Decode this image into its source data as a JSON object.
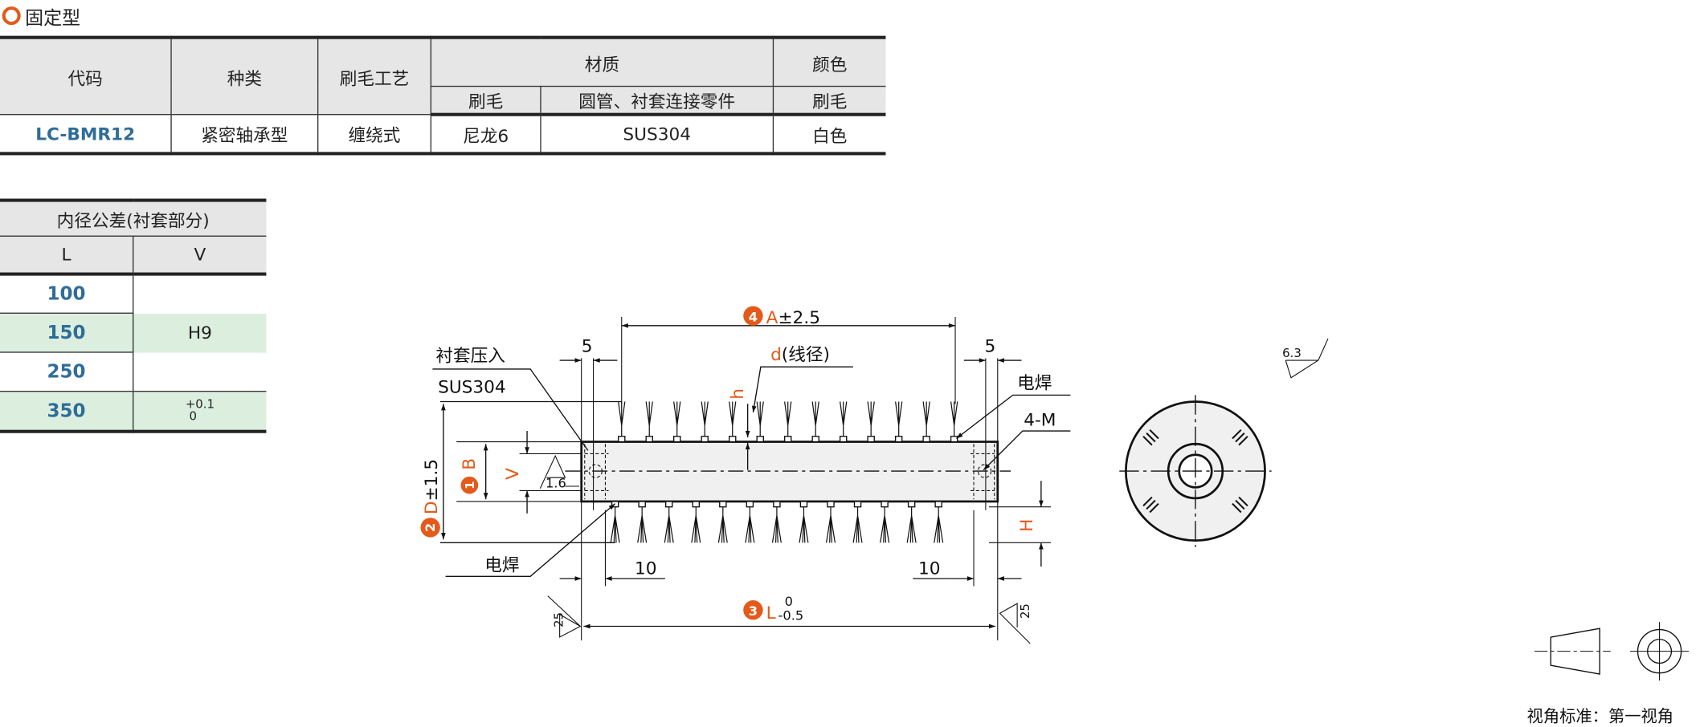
{
  "section_title": "固定型",
  "spec_table": {
    "headers": {
      "code": "代码",
      "type": "种类",
      "process": "刷毛工艺",
      "material": "材质",
      "color": "颜色",
      "mat_bristle": "刷毛",
      "mat_tube": "圆管、衬套连接零件",
      "color_bristle": "刷毛"
    },
    "row": {
      "code": "LC-BMR12",
      "type": "紧密轴承型",
      "process": "缠绕式",
      "bristle": "尼龙6",
      "tube": "SUS304",
      "color": "白色"
    }
  },
  "tolerance_table": {
    "title": "内径公差(衬套部分)",
    "col_l": "L",
    "col_v": "V",
    "rows": [
      {
        "l": "100"
      },
      {
        "l": "150",
        "v": "H9"
      },
      {
        "l": "250"
      },
      {
        "l": "350",
        "v_upper": "+0.1",
        "v_lower": "0"
      }
    ]
  },
  "drawing": {
    "a_num": "4",
    "a_label": "A",
    "a_tol": "±2.5",
    "dim5_left": "5",
    "dim5_right": "5",
    "bushing_label": "衬套压入",
    "bushing_material": "SUS304",
    "d_label": "d",
    "d_desc": "(线径)",
    "h_label": "h",
    "weld_top": "电焊",
    "weld_bottom": "电焊",
    "thread": "4-M",
    "d_num": "2",
    "dd_label": "D",
    "dd_tol": "±1.5",
    "b_num": "1",
    "b_label": "B",
    "v_label": "V",
    "roughness_inner": "1.6",
    "h_big": "H",
    "dim10_left": "10",
    "dim10_right": "10",
    "l_num": "3",
    "l_label": "L",
    "l_tol_upper": "0",
    "l_tol_lower": "-0.5",
    "roughness_end_left": "25",
    "roughness_end_right": "25",
    "roughness_general": "6.3",
    "projection_label": "视角标准：第一视角"
  },
  "colors": {
    "accent": "#e35a1a",
    "code_blue": "#2f6d99",
    "row_green": "#dcefdf",
    "header_gray": "#e6e6e6"
  }
}
